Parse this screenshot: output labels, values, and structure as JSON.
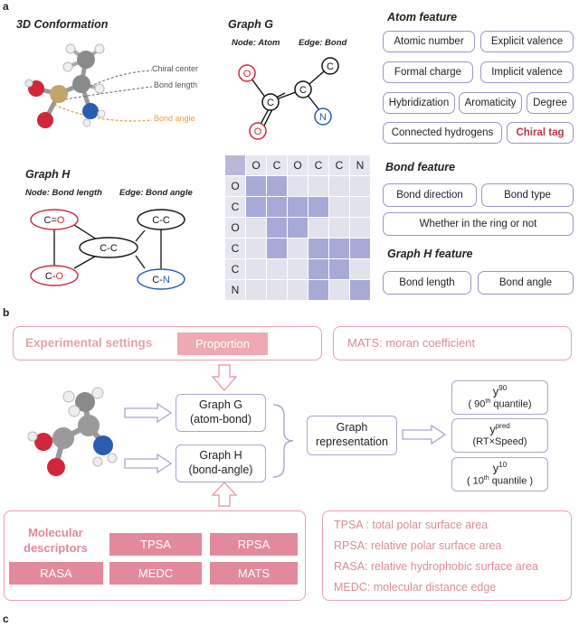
{
  "panel_a": {
    "letter": "a",
    "conformation": {
      "title": "3D Conformation",
      "labels": {
        "chiral_center": "Chiral center",
        "bond_length": "Bond length",
        "bond_angle": "Bond angle"
      }
    },
    "graph_g": {
      "title": "Graph G",
      "node_label": "Node: Atom",
      "edge_label": "Edge: Bond",
      "nodes": [
        "O",
        "C",
        "O",
        "C",
        "C",
        "N"
      ]
    },
    "graph_h": {
      "title": "Graph H",
      "node_label": "Node: Bond length",
      "edge_label": "Edge: Bond angle",
      "nodes": {
        "co_double_c": "C=",
        "co_double_o": "O",
        "cc_top": "C-C",
        "cc_mid": "C-C",
        "co_single_c": "C-",
        "co_single_o": "O",
        "cn_c": "C-",
        "cn_n": "N"
      }
    },
    "matrix": {
      "headers": [
        "O",
        "C",
        "O",
        "C",
        "C",
        "N"
      ],
      "rows": [
        "O",
        "C",
        "O",
        "C",
        "C",
        "N"
      ],
      "filled": [
        [
          1,
          1,
          0,
          0,
          0,
          0
        ],
        [
          1,
          1,
          1,
          1,
          0,
          0
        ],
        [
          0,
          1,
          1,
          0,
          0,
          0
        ],
        [
          0,
          1,
          0,
          1,
          1,
          1
        ],
        [
          0,
          0,
          0,
          1,
          1,
          0
        ],
        [
          0,
          0,
          0,
          1,
          0,
          1
        ]
      ]
    },
    "atom_feature": {
      "title": "Atom feature",
      "items": [
        "Atomic number",
        "Explicit valence",
        "Formal charge",
        "Implicit valence",
        "Hybridization",
        "Aromaticity",
        "Degree",
        "Connected hydrogens",
        "Chiral tag"
      ]
    },
    "bond_feature": {
      "title": "Bond feature",
      "items": [
        "Bond direction",
        "Bond type",
        "Whether in the ring or not"
      ]
    },
    "graph_h_feature": {
      "title": "Graph H feature",
      "items": [
        "Bond length",
        "Bond angle"
      ]
    }
  },
  "panel_b": {
    "letter": "b",
    "experimental_settings": "Experimental settings",
    "proportion": "Proportion",
    "mats_note": "MATS: moran coefficient",
    "graph_g_box": {
      "line1": "Graph  G",
      "line2": "(atom-bond)"
    },
    "graph_h_box": {
      "line1": "Graph  H",
      "line2": "(bond-angle)"
    },
    "graph_repr": {
      "line1": "Graph",
      "line2": "representation"
    },
    "outputs": {
      "y90": {
        "base": "y",
        "sup": "90",
        "paren_open": "( 90",
        "paren_sup": "th",
        "paren_rest": " quantile)"
      },
      "ypred": {
        "base": "y",
        "sup": "pred",
        "sub": "(RT×Speed)"
      },
      "y10": {
        "base": "y",
        "sup": "10",
        "paren_open": "( 10",
        "paren_sup": "th",
        "paren_rest": " quantile )"
      }
    },
    "molecular_descriptors": {
      "line1": "Molecular",
      "line2": "descriptors"
    },
    "descriptors": [
      "TPSA",
      "RPSA",
      "RASA",
      "MEDC",
      "MATS"
    ],
    "definitions": [
      "TPSA : total polar surface area",
      "RPSA: relative polar surface area",
      "RASA: relative hydrophobic surface area",
      "MEDC: molecular distance edge"
    ]
  },
  "panel_c": {
    "letter": "c"
  },
  "colors": {
    "accent_purple": "#9a98c4",
    "matrix_fill": "#a7aad6",
    "matrix_empty": "#e2e2ec",
    "matrix_header": "#b9b8d8",
    "pink": "#e28a9c",
    "oxygen_red": "#d0283a",
    "nitrogen_blue": "#2a5db0",
    "bond_angle_orange": "#e6a03c"
  }
}
